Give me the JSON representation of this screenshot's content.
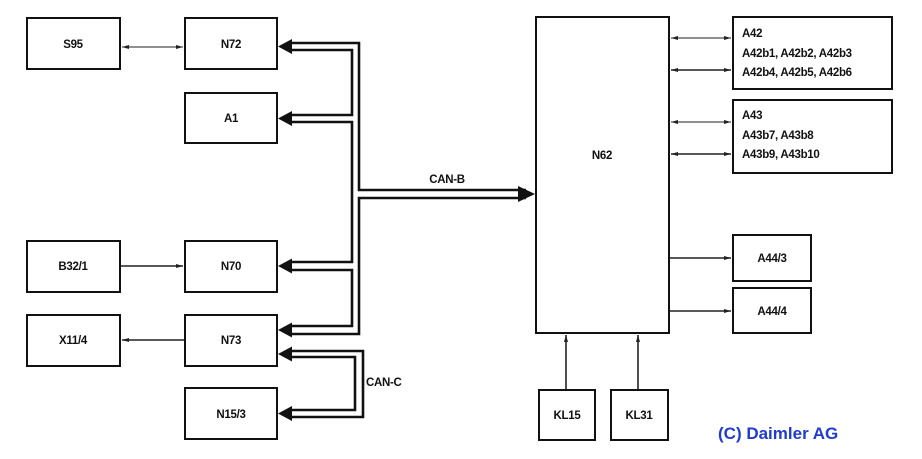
{
  "diagram": {
    "components": {
      "s95": "S95",
      "n72": "N72",
      "a1": "A1",
      "b32_1": "B32/1",
      "n70": "N70",
      "x11_4": "X11/4",
      "n73": "N73",
      "n15_3": "N15/3",
      "n62": "N62",
      "a42": [
        "A42",
        "A42b1, A42b2, A42b3",
        "A42b4, A42b5, A42b6"
      ],
      "a43": [
        "A43",
        "A43b7, A43b8",
        "A43b9, A43b10"
      ],
      "a44_3": "A44/3",
      "a44_4": "A44/4",
      "kl15": "KL15",
      "kl31": "KL31"
    },
    "buses": {
      "can_b": "CAN-B",
      "can_c": "CAN-C"
    },
    "connections": [
      {
        "from": "S95",
        "to": "N72",
        "type": "bidirectional"
      },
      {
        "from": "B32/1",
        "to": "N70",
        "type": "directed"
      },
      {
        "from": "N73",
        "to": "X11/4",
        "type": "directed"
      },
      {
        "from": "N62",
        "to": "A42",
        "type": "bidirectional",
        "count": 2
      },
      {
        "from": "N62",
        "to": "A43",
        "type": "bidirectional",
        "count": 2
      },
      {
        "from": "N62",
        "to": "A44/3",
        "type": "directed"
      },
      {
        "from": "N62",
        "to": "A44/4",
        "type": "directed"
      },
      {
        "from": "KL15",
        "to": "N62",
        "type": "directed"
      },
      {
        "from": "KL31",
        "to": "N62",
        "type": "directed"
      },
      {
        "bus": "CAN-B",
        "members": [
          "N72",
          "A1",
          "N70",
          "N73",
          "N62"
        ]
      },
      {
        "bus": "CAN-C",
        "members": [
          "N73",
          "N15/3"
        ]
      }
    ],
    "copyright": "(C) Daimler AG",
    "colors": {
      "line": "#111111",
      "copyright": "#1f3bd1"
    }
  }
}
